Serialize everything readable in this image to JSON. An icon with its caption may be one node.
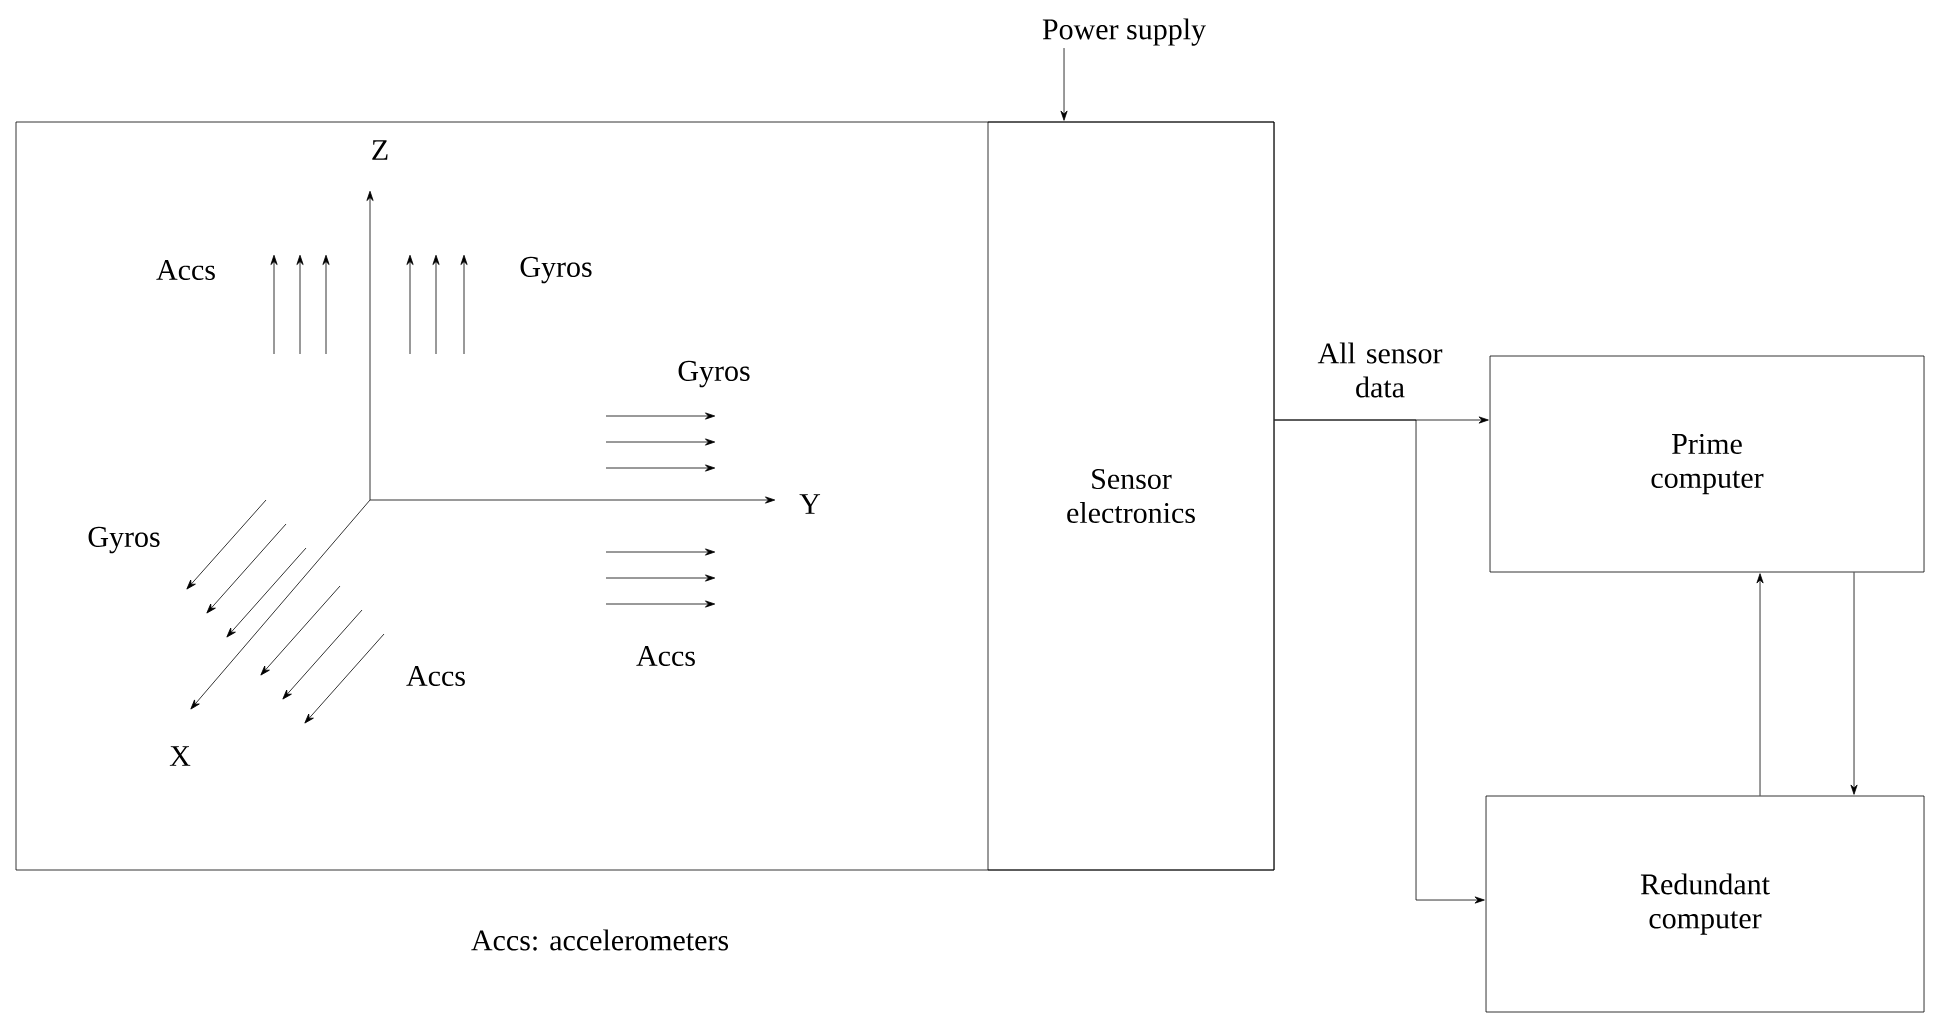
{
  "diagram": {
    "nodes": [
      {
        "text": [],
        "shape": "box"
      },
      {
        "text": [
          "Sensor electronics"
        ],
        "in": 0
      },
      {
        "text": [
          "Prime computer"
        ]
      },
      {
        "text": [
          "Redundant computer"
        ]
      },
      {
        "text": [
          "Power supply"
        ]
      }
    ],
    "edges": [
      {
        "from": 4,
        "to": 1,
        "arrow": "to"
      },
      {
        "from": 1,
        "to": 2,
        "arrow": "to",
        "label": "All sensor data"
      },
      {
        "from": 1,
        "to": 3,
        "arrow": "to"
      },
      {
        "from": 3,
        "to": 2,
        "arrow": "to"
      },
      {
        "from": 2,
        "to": 3,
        "arrow": "to"
      }
    ],
    "labels": [
      "Z",
      "Accs",
      "Gyros",
      "Gyros",
      "Y",
      "Gyros",
      "Accs",
      "Accs",
      "X",
      "Accs: accelerometers"
    ]
  }
}
